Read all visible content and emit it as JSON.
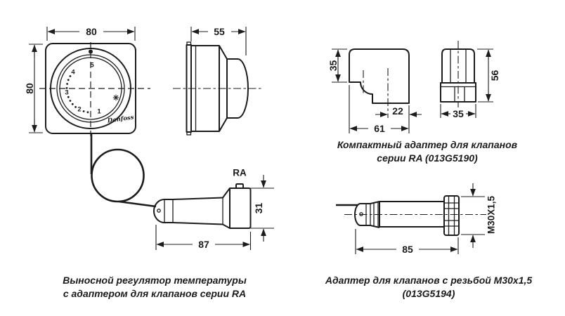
{
  "colors": {
    "ink": "#1c1c1c",
    "background": "#ffffff"
  },
  "thermostat": {
    "dim_width": "80",
    "dim_height": "80",
    "dim_depth": "55",
    "dial": {
      "mark_5": "5",
      "mark_4": "4",
      "mark_3": "3",
      "mark_2": "2",
      "mark_1": "1",
      "frost_symbol": "✳",
      "brand": "Danfoss"
    },
    "caption_line1": "Выносной регулятор температуры",
    "caption_line2": "с адаптером для клапанов серии RA"
  },
  "sensor": {
    "series_label": "RA",
    "dim_length": "87",
    "dim_height": "31"
  },
  "compact_adapter": {
    "dim_top_offset": "35",
    "dim_side_offset": "22",
    "dim_depth": "61",
    "dim_height": "56",
    "dim_width": "35",
    "caption_line1": "Компактный адаптер для клапанов",
    "caption_line2": "серии RA (013G5190)"
  },
  "m30_adapter": {
    "dim_length": "85",
    "thread_label": "M30X1,5",
    "caption_line1": "Адаптер для клапанов с резьбой М30х1,5",
    "caption_line2": "(013G5194)"
  }
}
